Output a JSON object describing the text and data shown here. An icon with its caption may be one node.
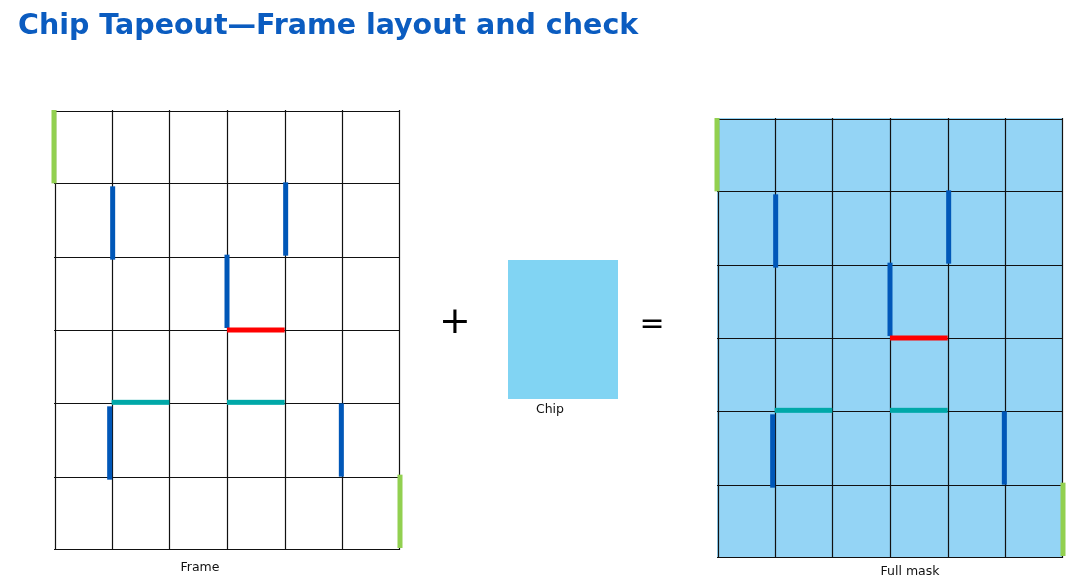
{
  "diagram": {
    "title": "Chip Tapeout—Frame layout and check",
    "nodes": [
      {
        "text": [],
        "shape": "grid",
        "beside": [
          "Frame"
        ]
      },
      {
        "text": [],
        "shape": "box",
        "beside": [
          "Chip"
        ]
      },
      {
        "text": [],
        "shape": "grid",
        "beside": [
          "Full mask"
        ]
      }
    ],
    "labels": [
      "+",
      "="
    ]
  }
}
